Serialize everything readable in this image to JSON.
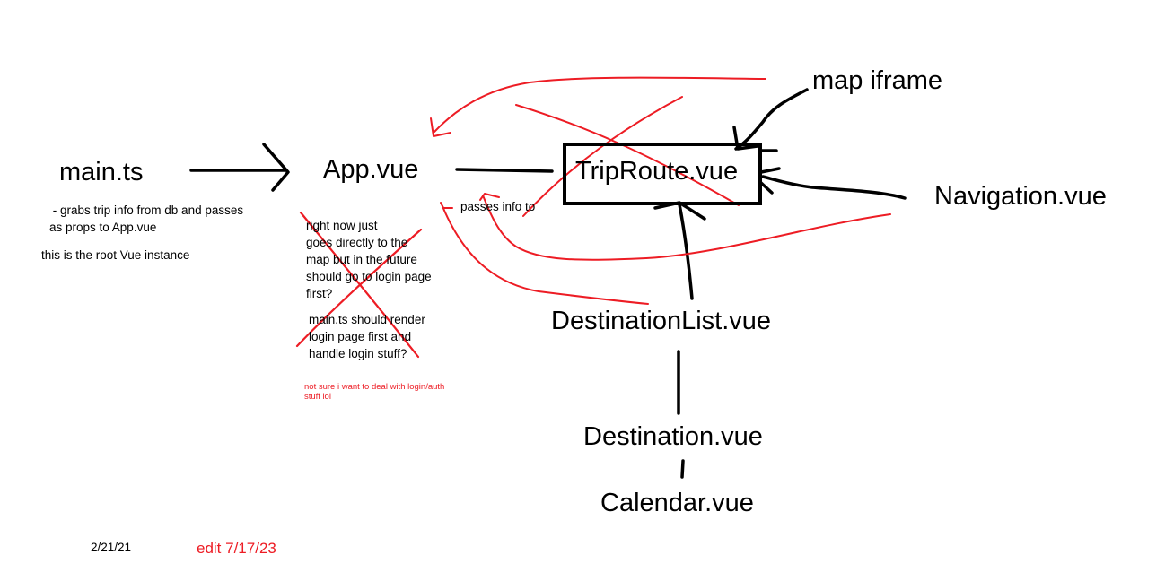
{
  "colors": {
    "ink": "#000000",
    "red_ink": "#ed1c24",
    "background": "#ffffff"
  },
  "nodes": {
    "main_ts": "main.ts",
    "app_vue": "App.vue",
    "trip_route_vue": "TripRoute.vue",
    "map_iframe": "map iframe",
    "navigation_vue": "Navigation.vue",
    "destination_list_vue": "DestinationList.vue",
    "destination_vue": "Destination.vue",
    "calendar_vue": "Calendar.vue"
  },
  "notes": {
    "main_ts_desc": " - grabs trip info from db and passes\nas props to App.vue",
    "root_instance": "this is the root Vue instance",
    "app_note_1": "right now just\ngoes directly to the\nmap but in the future\nshould go to login page\nfirst?",
    "app_note_2": "main.ts should render\nlogin page first and\nhandle login stuff?",
    "auth_note": "not sure i want to deal with login/auth\nstuff lol",
    "edge_label": "passes info to",
    "date": "2/21/21",
    "edit_date": "edit 7/17/23"
  }
}
